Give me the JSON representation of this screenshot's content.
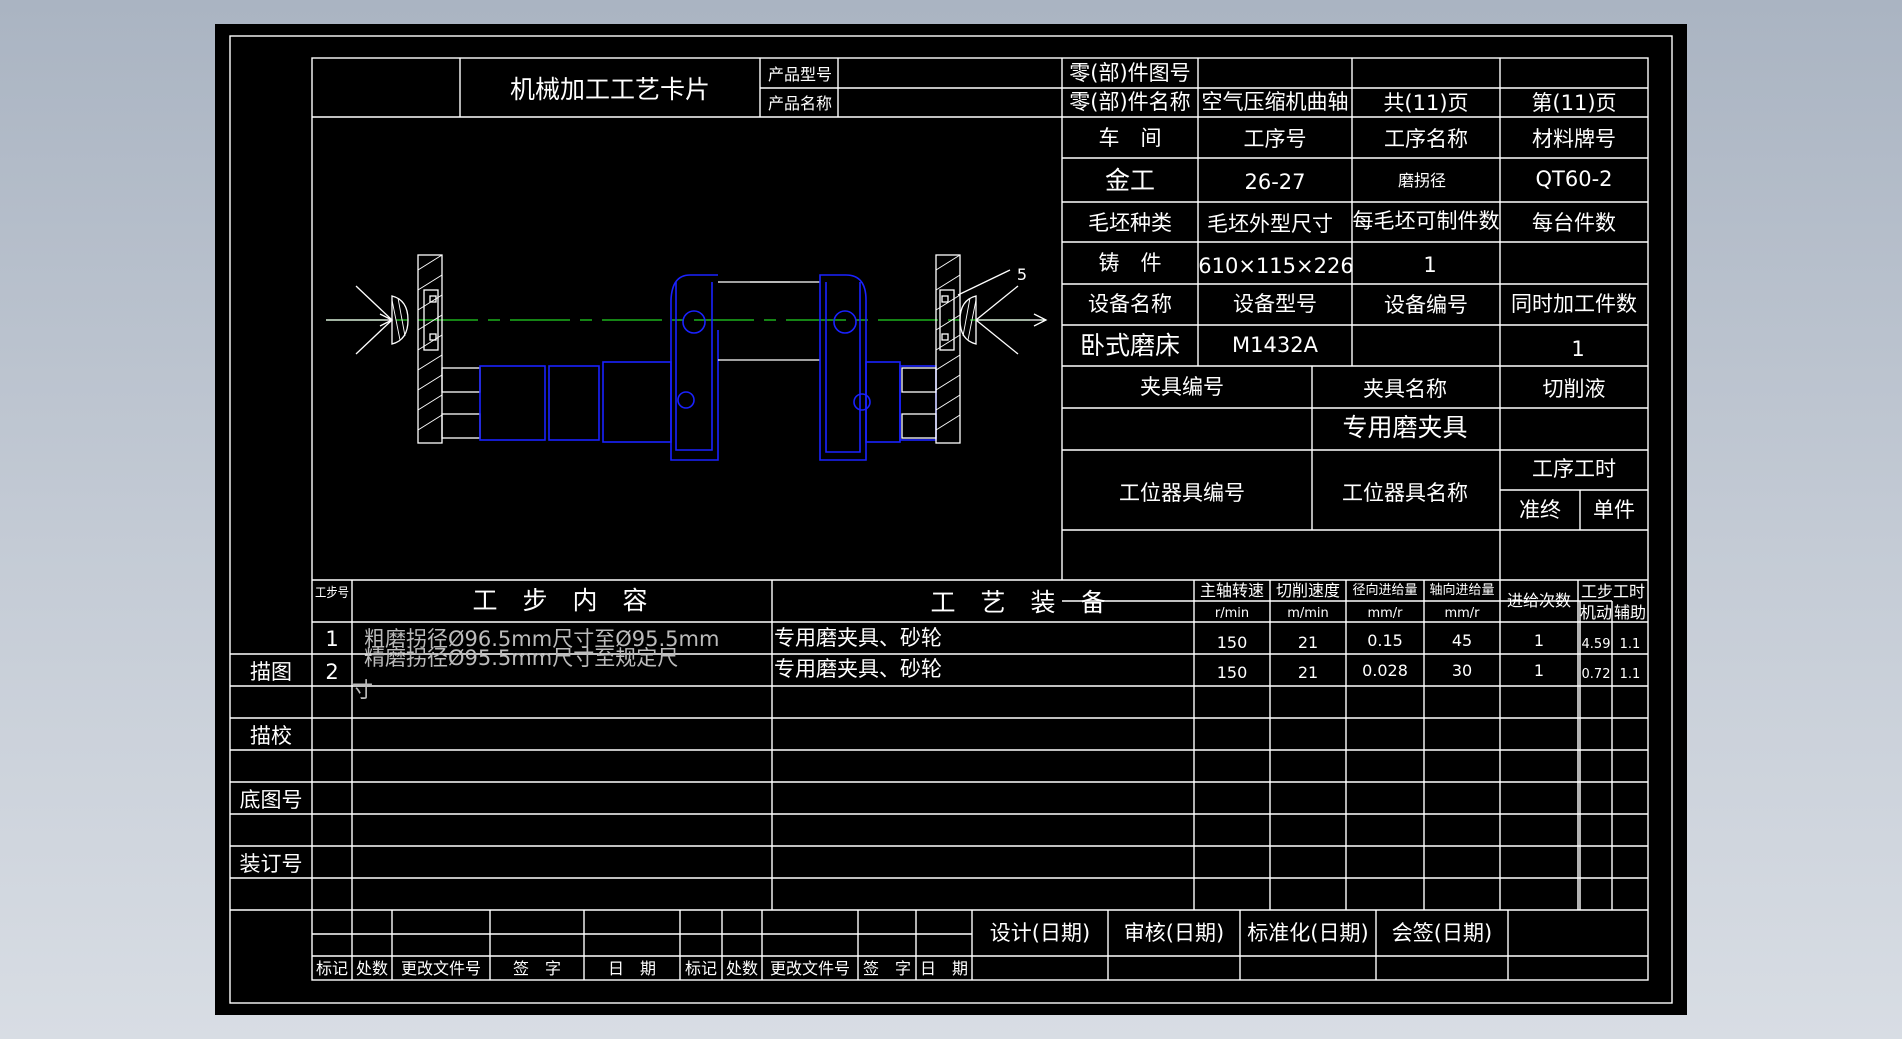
{
  "header": {
    "card_title": "机械加工工艺卡片",
    "product_model_label": "产品型号",
    "product_name_label": "产品名称",
    "part_drawing_no_label": "零(部)件图号",
    "part_name_label": "零(部)件名称",
    "part_name_value": "空气压缩机曲轴",
    "total_pages": "共(11)页",
    "page_no": "第(11)页"
  },
  "info": {
    "workshop_label": "车　间",
    "workshop_value": "金工",
    "process_no_label": "工序号",
    "process_no_value": "26-27",
    "process_name_label": "工序名称",
    "process_name_value": "磨拐径",
    "material_label": "材料牌号",
    "material_value": "QT60-2",
    "blank_type_label": "毛坯种类",
    "blank_type_value": "铸　件",
    "blank_size_label": "毛坯外型尺寸",
    "blank_size_value": "610×115×226",
    "parts_per_blank_label": "每毛坯可制件数",
    "parts_per_blank_value": "1",
    "parts_per_unit_label": "每台件数",
    "equip_name_label": "设备名称",
    "equip_name_value": "卧式磨床",
    "equip_model_label": "设备型号",
    "equip_model_value": "M1432A",
    "equip_no_label": "设备编号",
    "simul_label": "同时加工件数",
    "simul_value": "1",
    "fixture_no_label": "夹具编号",
    "fixture_name_label": "夹具名称",
    "fixture_name_value": "专用磨夹具",
    "coolant_label": "切削液",
    "station_tool_no_label": "工位器具编号",
    "station_tool_name_label": "工位器具名称",
    "time_label": "工序工时",
    "prep_label": "准终",
    "unit_label": "单件"
  },
  "drawing": {
    "dimension_label": "5"
  },
  "steps_table": {
    "headers": {
      "step_no": "工步号",
      "content": "工　步　内　容",
      "equipment": "工　艺　装　备",
      "spindle_speed": "主轴转速",
      "spindle_unit": "r/min",
      "cutting_speed": "切削速度",
      "cutting_unit": "m/min",
      "radial_feed": "径向进给量",
      "radial_unit": "mm/r",
      "axial_feed": "轴向进给量",
      "axial_unit": "mm/r",
      "passes": "进给次数",
      "step_time": "工步工时",
      "machine_time": "机动",
      "aux_time": "辅助"
    },
    "rows": [
      {
        "no": "1",
        "content": "粗磨拐径Ø96.5mm尺寸至Ø95.5mm",
        "equipment": "专用磨夹具、砂轮",
        "spindle": "150",
        "cutting": "21",
        "radial": "0.15",
        "axial": "45",
        "passes": "1",
        "machine": "4.59",
        "aux": "1.1"
      },
      {
        "no": "2",
        "content": "精磨拐径Ø95.5mm尺寸至规定尺",
        "content_wrap": "寸",
        "equipment": "专用磨夹具、砂轮",
        "spindle": "150",
        "cutting": "21",
        "radial": "0.028",
        "axial": "30",
        "passes": "1",
        "machine": "0.72",
        "aux": "1.1"
      }
    ]
  },
  "side_labels": {
    "trace": "描图",
    "trace_check": "描校",
    "base_no": "底图号",
    "binding_no": "装订号"
  },
  "footer": {
    "design": "设计(日期)",
    "review": "审核(日期)",
    "standard": "标准化(日期)",
    "countersign": "会签(日期)",
    "mark": "标记",
    "count": "处数",
    "change_doc": "更改文件号",
    "sign": "签　字",
    "date": "日　期",
    "mark2": "标记",
    "count2": "处数",
    "change_doc2": "更改文件号",
    "sign2": "签　字",
    "date2": "日　期"
  },
  "colors": {
    "background": "#000000",
    "lines": "#ffffff",
    "part_outline": "#1a22ff",
    "centerline": "#22d422",
    "viewport_bg": "#b0b9c6"
  }
}
